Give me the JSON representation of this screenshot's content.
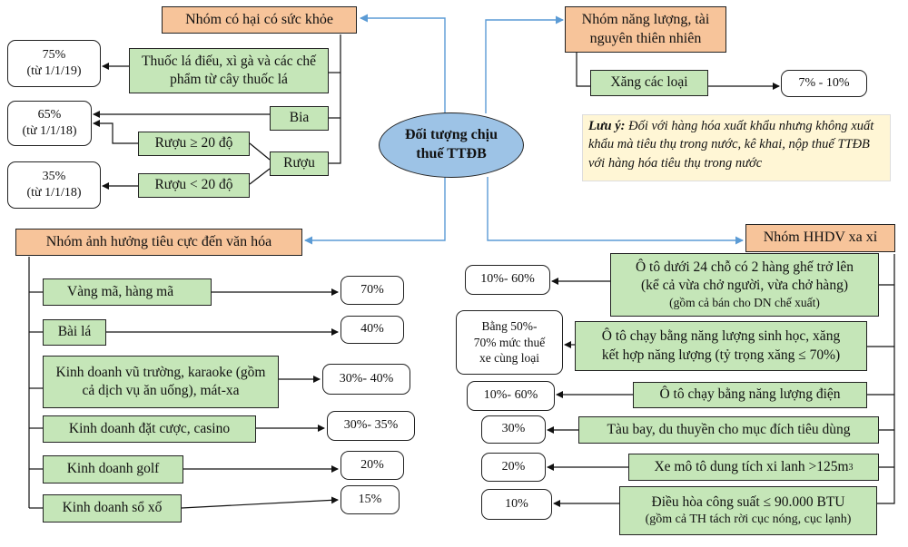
{
  "center": {
    "label": "Đối tượng chịu thuế TTĐB"
  },
  "groups": {
    "health": {
      "title": "Nhóm có hại có sức khỏe",
      "items": [
        {
          "label": "Thuốc lá điếu, xì gà và các chế phẩm từ cây thuốc lá"
        },
        {
          "label": "Bia"
        },
        {
          "label": "Rượu ≥ 20 độ"
        },
        {
          "label": "Rượu"
        },
        {
          "label": "Rượu < 20 độ"
        }
      ],
      "rates": [
        {
          "value": "75%",
          "note": "(từ 1/1/19)"
        },
        {
          "value": "65%",
          "note": "(từ 1/1/18)"
        },
        {
          "value": "35%",
          "note": "(từ 1/1/18)"
        }
      ]
    },
    "energy": {
      "title": "Nhóm năng lượng, tài nguyên thiên nhiên",
      "items": [
        {
          "label": "Xăng các loại",
          "rate": "7% - 10%"
        }
      ]
    },
    "culture": {
      "title": "Nhóm ảnh hưởng tiêu cực đến văn hóa",
      "items": [
        {
          "label": "Vàng mã, hàng mã",
          "rate": "70%"
        },
        {
          "label": "Bài lá",
          "rate": "40%"
        },
        {
          "label": "Kinh doanh vũ trường, karaoke (gồm cả dịch vụ ăn uống), mát-xa",
          "rate": "30%- 40%"
        },
        {
          "label": "Kinh doanh đặt cược, casino",
          "rate": "30%- 35%"
        },
        {
          "label": "Kinh doanh golf",
          "rate": "20%"
        },
        {
          "label": "Kinh doanh sổ xố",
          "rate": "15%"
        }
      ]
    },
    "luxury": {
      "title": "Nhóm HHDV xa xỉ",
      "items": [
        {
          "line1": "Ô tô dưới 24 chỗ có 2 hàng ghế trở lên",
          "line2": "(kể cả vừa chở người, vừa chở hàng)",
          "line3": "(gồm cả bán cho DN chế xuất)",
          "rate": "10%- 60%"
        },
        {
          "line1": "Ô tô chạy bằng năng lượng sinh học, xăng",
          "line2": "kết hợp năng lượng (tỷ trọng xăng ≤ 70%)",
          "rate": "Bằng 50%- 70% mức thuế xe cùng loại"
        },
        {
          "line1": "Ô tô chạy bằng năng lượng điện",
          "rate": "10%- 60%"
        },
        {
          "line1": "Tàu bay, du thuyền cho mục đích tiêu dùng",
          "rate": "30%"
        },
        {
          "line1": "Xe mô tô dung tích xi lanh >125m",
          "sup": "3",
          "rate": "20%"
        },
        {
          "line1": "Điều hòa công suất ≤ 90.000 BTU",
          "line2": "(gồm cả TH tách rời cục nóng, cục lạnh)",
          "rate": "10%"
        }
      ]
    }
  },
  "note": {
    "label": "Lưu ý:",
    "text": "Đối với hàng hóa xuất khẩu nhưng không xuất khẩu mà tiêu thụ trong nước, kê khai, nộp thuế TTĐB với hàng hóa tiêu thụ trong nước"
  },
  "colors": {
    "header": "#f7c49a",
    "item": "#c5e6b8",
    "center": "#9dc3e6",
    "note": "#fff6d5",
    "connector_blue": "#5b9bd5"
  }
}
